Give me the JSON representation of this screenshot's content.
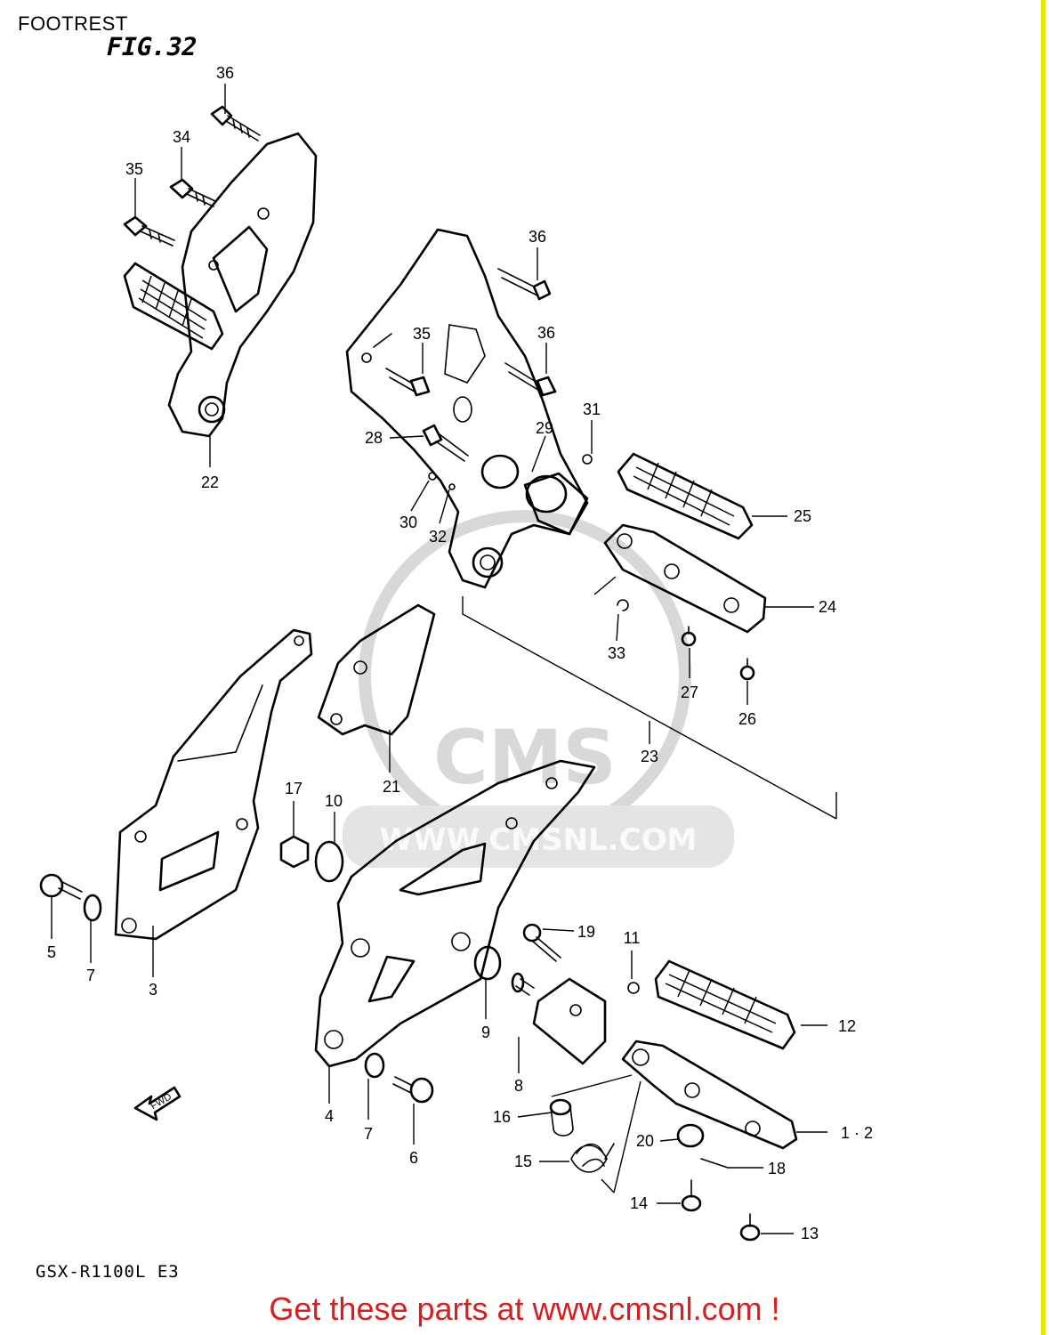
{
  "header": {
    "title": "FOOTREST",
    "figure": "FIG.32"
  },
  "watermark": {
    "logo_text": "CMS",
    "url_text": "WWW.CMSNL.COM"
  },
  "footer": {
    "model": "GSX-R1100L E3",
    "link_text": "Get these parts at www.cmsnl.com !",
    "link_color": "#d61f1f"
  },
  "fwd_arrow": {
    "label": "FWD"
  },
  "callouts": [
    {
      "id": "c36a",
      "number": "36"
    },
    {
      "id": "c34",
      "number": "34"
    },
    {
      "id": "c35a",
      "number": "35"
    },
    {
      "id": "c22",
      "number": "22"
    },
    {
      "id": "c36b",
      "number": "36"
    },
    {
      "id": "c35b",
      "number": "35"
    },
    {
      "id": "c36c",
      "number": "36"
    },
    {
      "id": "c28",
      "number": "28"
    },
    {
      "id": "c29",
      "number": "29"
    },
    {
      "id": "c31",
      "number": "31"
    },
    {
      "id": "c30",
      "number": "30"
    },
    {
      "id": "c32",
      "number": "32"
    },
    {
      "id": "c25",
      "number": "25"
    },
    {
      "id": "c24",
      "number": "24"
    },
    {
      "id": "c33",
      "number": "33"
    },
    {
      "id": "c27",
      "number": "27"
    },
    {
      "id": "c26",
      "number": "26"
    },
    {
      "id": "c23",
      "number": "23"
    },
    {
      "id": "c21",
      "number": "21"
    },
    {
      "id": "c17",
      "number": "17"
    },
    {
      "id": "c10",
      "number": "10"
    },
    {
      "id": "c5",
      "number": "5"
    },
    {
      "id": "c7a",
      "number": "7"
    },
    {
      "id": "c3",
      "number": "3"
    },
    {
      "id": "c19",
      "number": "19"
    },
    {
      "id": "c11",
      "number": "11"
    },
    {
      "id": "c9",
      "number": "9"
    },
    {
      "id": "c12",
      "number": "12"
    },
    {
      "id": "c8",
      "number": "8"
    },
    {
      "id": "c4",
      "number": "4"
    },
    {
      "id": "c7b",
      "number": "7"
    },
    {
      "id": "c6",
      "number": "6"
    },
    {
      "id": "c16",
      "number": "16"
    },
    {
      "id": "c20",
      "number": "20"
    },
    {
      "id": "c1-2",
      "number": "1 · 2"
    },
    {
      "id": "c15",
      "number": "15"
    },
    {
      "id": "c18",
      "number": "18"
    },
    {
      "id": "c14",
      "number": "14"
    },
    {
      "id": "c13",
      "number": "13"
    }
  ]
}
